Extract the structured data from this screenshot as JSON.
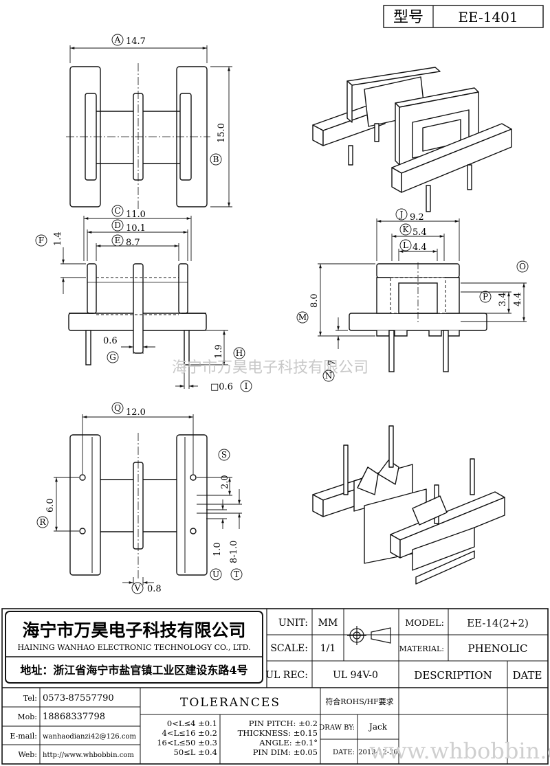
{
  "header": {
    "model_label": "型号",
    "model_value": "EE-1401"
  },
  "watermark": "海宁市万昊电子科技有限公司",
  "dims": {
    "A": "14.7",
    "B": "15.0",
    "C": "11.0",
    "D": "10.1",
    "E": "8.7",
    "F": "1.4",
    "G": "0.6",
    "H": "1.9",
    "I": "□0.6",
    "J": "9.2",
    "K": "5.4",
    "L": "4.4",
    "M": "8.0",
    "N": "7",
    "O": "4.4",
    "P": "3.4",
    "Q": "12.0",
    "R": "6.0",
    "S": "2.0",
    "T": "8-1.0",
    "U": "1.0",
    "V": "0.8"
  },
  "company": {
    "name_cn": "海宁市万昊电子科技有限公司",
    "name_en": "HAINING WANHAO ELECTRONIC TECHNOLOGY CO., LTD.",
    "address": "地址：浙江省海宁市盐官镇工业区建设东路4号"
  },
  "contacts": [
    {
      "label": "Tel:",
      "value": "0573-87557790"
    },
    {
      "label": "Mob:",
      "value": "18868337798"
    },
    {
      "label": "E-mail:",
      "value": "wanhaodianzi42@126.com"
    },
    {
      "label": "Web:",
      "value": "http://www.whbobbin.com"
    }
  ],
  "spec": {
    "unit_label": "UNIT:",
    "unit_value": "MM",
    "scale_label": "SCALE:",
    "scale_value": "1/1",
    "ulrec_label": "UL REC:",
    "ulrec_value": "UL 94V-0",
    "model_label": "MODEL:",
    "model_value": "EE-14(2+2)",
    "material_label": "MATERIAL:",
    "material_value": "PHENOLIC",
    "description_label": "DESCRIPTION",
    "date_header": "DATE",
    "rohs": "符合ROHS/HF要求",
    "drawby_label": "DRAW BY:",
    "drawby_value": "Jack",
    "date_label": "DATE:",
    "date_value": "2013-12-30"
  },
  "tolerances": {
    "title": "TOLERANCES",
    "ranges": [
      "0<L≤4  ±0.1",
      "4<L≤16  ±0.2",
      "16<L≤50  ±0.3",
      "50≤L  ±0.4"
    ],
    "others": [
      "PIN PITCH: ±0.2",
      "THICKNESS: ±0.15",
      "ANGLE: ±0.1°",
      "PIN DIM: ±0.05"
    ]
  },
  "footer_watermark": "www.whbobbin.com"
}
